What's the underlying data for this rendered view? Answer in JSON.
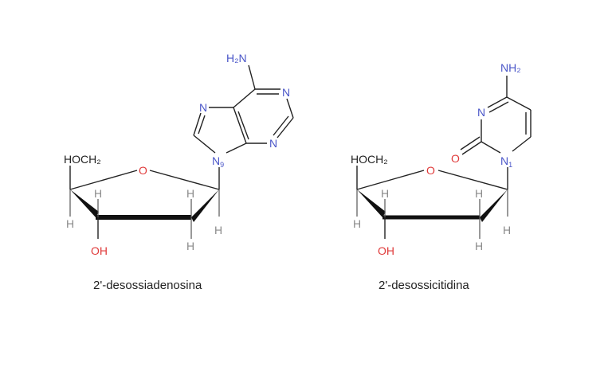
{
  "molecules": [
    {
      "name": "2'-desossiadenosina",
      "labels": {
        "nh2": "H₂N",
        "n_top": "N",
        "n_left": "N",
        "n_right": "N",
        "n9": "N",
        "n9_sub": "9",
        "hoch2": "HOCH₂",
        "o_ring": "O",
        "oh": "OH",
        "h": "H"
      }
    },
    {
      "name": "2'-desossicitidina",
      "labels": {
        "nh2": "NH₂",
        "n3": "N",
        "o_carbonyl": "O",
        "n1": "N",
        "n1_sub": "1",
        "hoch2": "HOCH₂",
        "o_ring": "O",
        "oh": "OH",
        "h": "H"
      }
    }
  ],
  "colors": {
    "nitrogen": "#4a56c8",
    "oxygen": "#e03a3a",
    "carbon": "#222222",
    "hydrogen": "#8a8a8a"
  }
}
